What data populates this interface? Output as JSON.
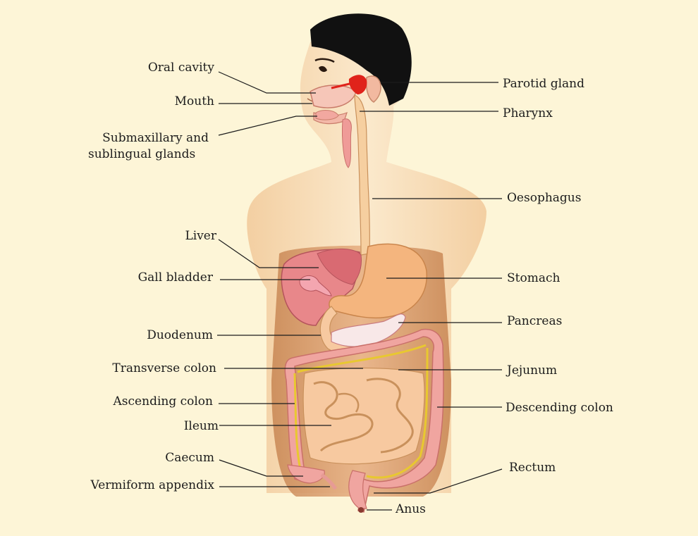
{
  "diagram": {
    "labels_left": {
      "oral_cavity": "Oral cavity",
      "mouth": "Mouth",
      "submax_line1": "Submaxillary and",
      "submax_line2": "sublingual glands",
      "liver": "Liver",
      "gall_bladder": "Gall bladder",
      "duodenum": "Duodenum",
      "transverse_colon": "Transverse colon",
      "ascending_colon": "Ascending colon",
      "ileum": "Ileum",
      "caecum": "Caecum",
      "vermiform_appendix": "Vermiform appendix"
    },
    "labels_right": {
      "parotid_gland": "Parotid gland",
      "pharynx": "Pharynx",
      "oesophagus": "Oesophagus",
      "stomach": "Stomach",
      "pancreas": "Pancreas",
      "jejunum": "Jejunum",
      "descending_colon": "Descending colon",
      "rectum": "Rectum",
      "anus": "Anus"
    },
    "colors": {
      "background": "#fdf5d7",
      "skin": "#f6dcb4",
      "hair": "#111111",
      "gland": "#e0231b",
      "liver": "#e8878a",
      "stomach": "#f4b57e",
      "colon": "#f0a5a0",
      "colon_stripe": "#e8c830",
      "small_intestine": "#f7c9a0",
      "trunk_shade": "#c98a5c"
    }
  }
}
